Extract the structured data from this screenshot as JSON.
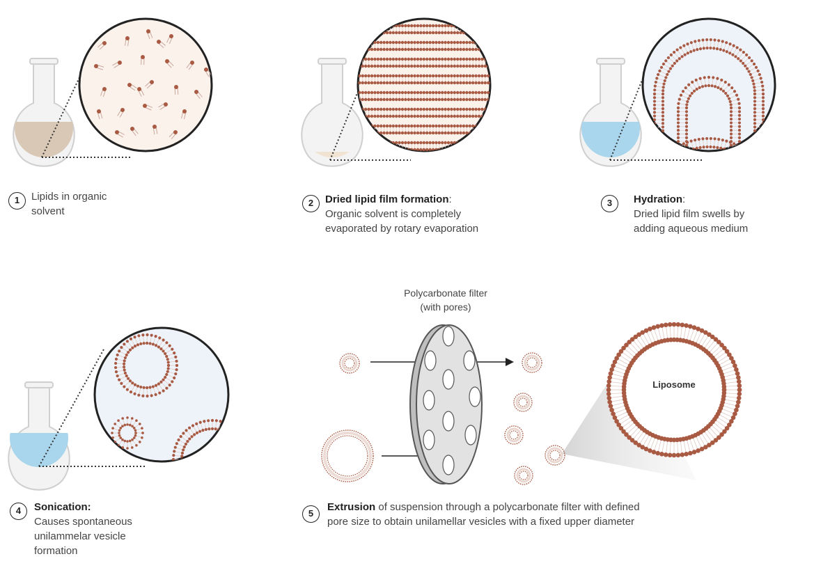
{
  "colors": {
    "head": "#a95a43",
    "tail": "#e2cfc9",
    "zoom_bg": "#eef3fa",
    "zoom_bg_warm": "#fbf2ec",
    "organic_solvent": "#d9c8b5",
    "dried_film": "#f1e3d2",
    "aqueous": "#a9d6ec",
    "filter": "#d9d9d9"
  },
  "steps": [
    {
      "number": "1",
      "title": "",
      "lines": [
        "Lipids in organic",
        "solvent"
      ]
    },
    {
      "number": "2",
      "title": "Dried lipid film formation",
      "title_suffix": ":",
      "lines": [
        "Organic solvent is completely",
        "evaporated by rotary evaporation"
      ]
    },
    {
      "number": "3",
      "title": "Hydration",
      "title_suffix": ":",
      "lines": [
        "Dried lipid film swells by",
        "adding aqueous medium"
      ]
    },
    {
      "number": "4",
      "title": "Sonication:",
      "title_suffix": "",
      "lines": [
        "Causes spontaneous",
        "unilammelar vesicle",
        "formation"
      ]
    },
    {
      "number": "5",
      "title": "Extrusion",
      "title_suffix": "",
      "lines": [
        " of suspension through a polycarbonate filter with defined",
        "pore size to obtain unilamellar vesicles with a fixed upper diameter"
      ]
    }
  ],
  "filter_label": [
    "Polycarbonate filter",
    "(with pores)"
  ],
  "liposome_label": "Liposome"
}
